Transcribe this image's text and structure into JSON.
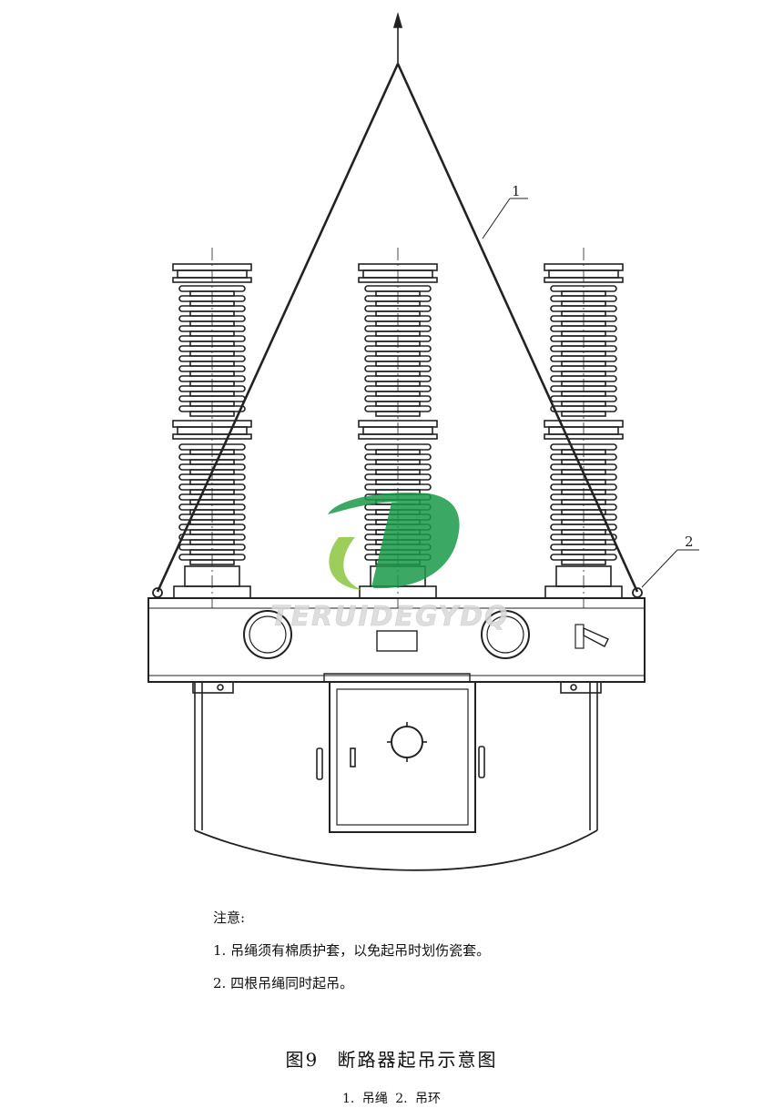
{
  "drawing": {
    "callout_1": "1",
    "callout_2": "2",
    "watermark": "TERUIDEGYDQ",
    "colors": {
      "line": "#222222",
      "insulator_fill": "#ffffff",
      "logo_green": "#1a9a4a",
      "logo_lime": "#8cc63f"
    }
  },
  "notes": {
    "heading": "注意:",
    "items": [
      "1. 吊绳须有棉质护套，以免起吊时划伤瓷套。",
      "2. 四根吊绳同时起吊。"
    ]
  },
  "figure": {
    "number": "图9",
    "title": "断路器起吊示意图",
    "legend": "1. 吊绳   2. 吊环"
  }
}
